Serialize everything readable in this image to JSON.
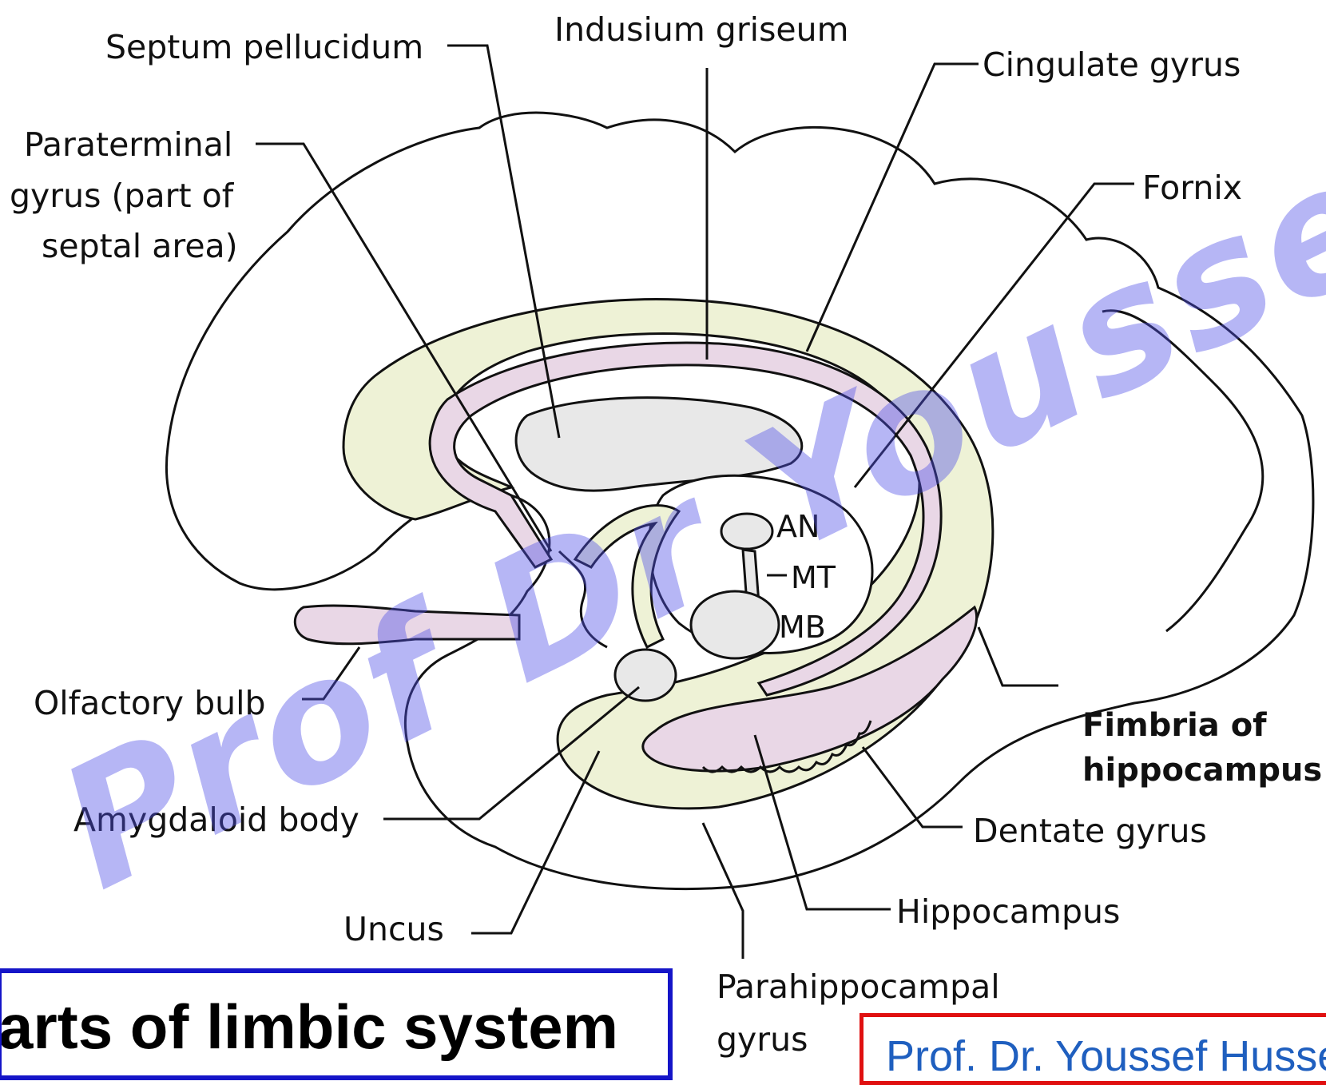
{
  "labels": {
    "septum_pellucidum": "Septum pellucidum",
    "indusium_griseum": "Indusium griseum",
    "cingulate_gyrus": "Cingulate gyrus",
    "paraterminal_line1": "Paraterminal",
    "paraterminal_line2": "gyrus (part of",
    "paraterminal_line3": "septal area)",
    "fornix": "Fornix",
    "an": "AN",
    "mt": "MT",
    "mb": "MB",
    "olfactory_bulb": "Olfactory bulb",
    "fimbria_line1": "Fimbria of",
    "fimbria_line2": "hippocampus",
    "amygdaloid_body": "Amygdaloid body",
    "dentate_gyrus": "Dentate gyrus",
    "hippocampus": "Hippocampus",
    "uncus": "Uncus",
    "parahippocampal_line1": "Parahippocampal",
    "parahippocampal_line2": "gyrus"
  },
  "title": "Parts of limbic system",
  "credit": "Prof. Dr. Youssef Hussein Anatomy",
  "watermark": "Prof Dr Youssef Hussein",
  "colors": {
    "cream_fill": "#eef2d6",
    "pink_fill": "#e9d7e6",
    "gray_fill": "#e8e8e8",
    "title_border": "#1515c8",
    "credit_border": "#e01010",
    "credit_text": "#1f5fbf",
    "watermark": "#5050e6"
  }
}
